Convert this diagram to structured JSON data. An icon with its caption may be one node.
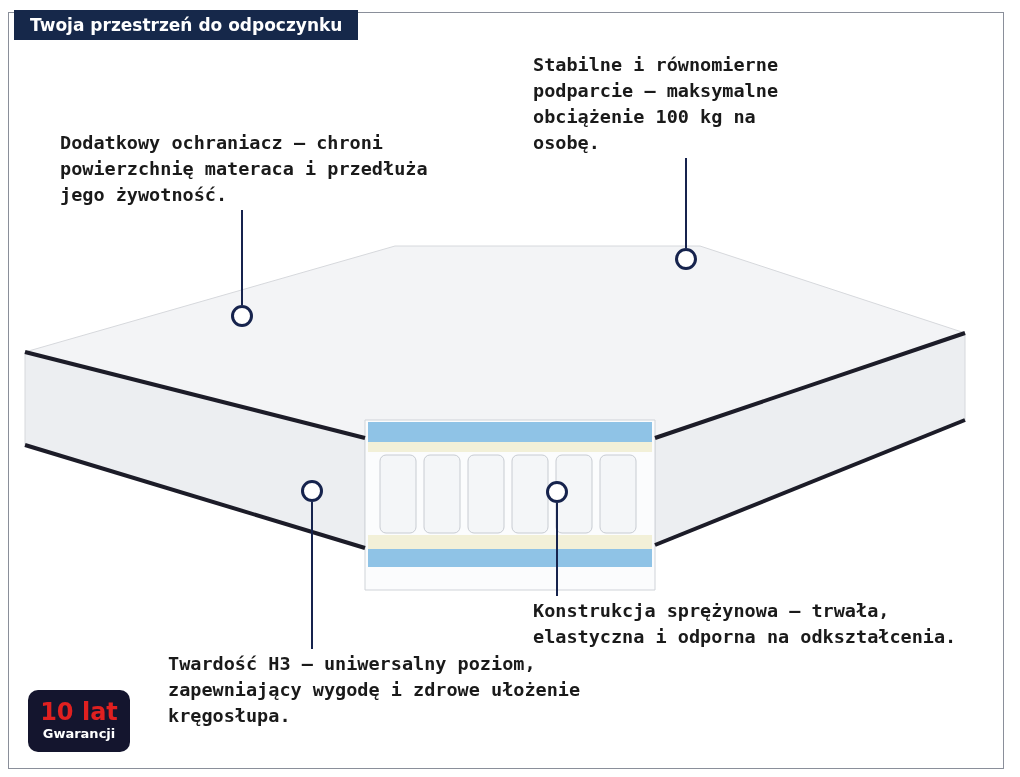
{
  "diagram": {
    "title": "Twoja przestrzeń do odpoczynku",
    "nodes": [
      {
        "text": [
          "Dodatkowy ochraniacz — chroni powierzchnię materaca i przedłuża jego żywotność."
        ]
      },
      {
        "text": [
          "Stabilne i równomierne podparcie — maksymalne obciążenie 100 kg na osobę."
        ]
      },
      {
        "text": [
          "Konstrukcja sprężynowa — trwała, elastyczna i odporna na odkształcenia."
        ]
      },
      {
        "text": [
          "Twardość H3 — uniwersalny poziom, zapewniający wygodę i zdrowe ułożenie kręgosłupa."
        ]
      },
      {
        "text": [],
        "shape": "circle"
      },
      {
        "text": [],
        "shape": "circle"
      },
      {
        "text": [],
        "shape": "circle"
      },
      {
        "text": [],
        "shape": "circle"
      },
      {
        "text": [
          "10 lat",
          "Gwarancji"
        ]
      }
    ],
    "edges": [
      {
        "from": 0,
        "to": 4,
        "arrow": "none"
      },
      {
        "from": 1,
        "to": 5,
        "arrow": "none"
      },
      {
        "from": 2,
        "to": 6,
        "arrow": "none"
      },
      {
        "from": 3,
        "to": 7,
        "arrow": "none"
      }
    ]
  }
}
